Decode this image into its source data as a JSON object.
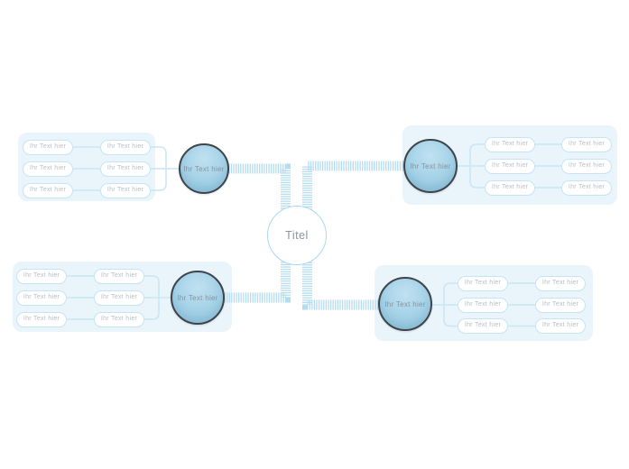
{
  "center": {
    "label": "Titel"
  },
  "branches": [
    {
      "position": "top-left",
      "node": "Ihr Text hier",
      "rows": [
        {
          "outer": "Ihr Text hier",
          "inner": "Ihr Text hier"
        },
        {
          "outer": "Ihr Text hier",
          "inner": "Ihr Text hier"
        },
        {
          "outer": "Ihr Text hier",
          "inner": "Ihr Text hier"
        }
      ]
    },
    {
      "position": "top-right",
      "node": "Ihr Text hier",
      "rows": [
        {
          "inner": "Ihr Text hier",
          "outer": "Ihr Text hier"
        },
        {
          "inner": "Ihr Text hier",
          "outer": "Ihr Text hier"
        },
        {
          "inner": "Ihr Text hier",
          "outer": "Ihr Text hier"
        }
      ]
    },
    {
      "position": "bottom-left",
      "node": "Ihr Text hier",
      "rows": [
        {
          "outer": "Ihr Text hier",
          "inner": "Ihr Text hier"
        },
        {
          "outer": "Ihr Text hier",
          "inner": "Ihr Text hier"
        },
        {
          "outer": "Ihr Text hier",
          "inner": "Ihr Text hier"
        }
      ]
    },
    {
      "position": "bottom-right",
      "node": "Ihr Text hier",
      "rows": [
        {
          "inner": "Ihr Text hier",
          "outer": "Ihr Text hier"
        },
        {
          "inner": "Ihr Text hier",
          "outer": "Ihr Text hier"
        },
        {
          "inner": "Ihr Text hier",
          "outer": "Ihr Text hier"
        }
      ]
    }
  ],
  "colors": {
    "branch_panel": "#e9f4fb",
    "node_fill_light": "#c0e1f0",
    "node_fill_dark": "#8fc2dc",
    "node_border": "#3e4449",
    "node_text": "#87939b",
    "pill_border": "#c6e5f4",
    "pill_text": "#b5bfc6",
    "ribbon_stripe": "#b3ddf0",
    "thin_connector": "#c9e7f5",
    "center_border": "#a9d9ef",
    "center_text": "#8c969d"
  }
}
